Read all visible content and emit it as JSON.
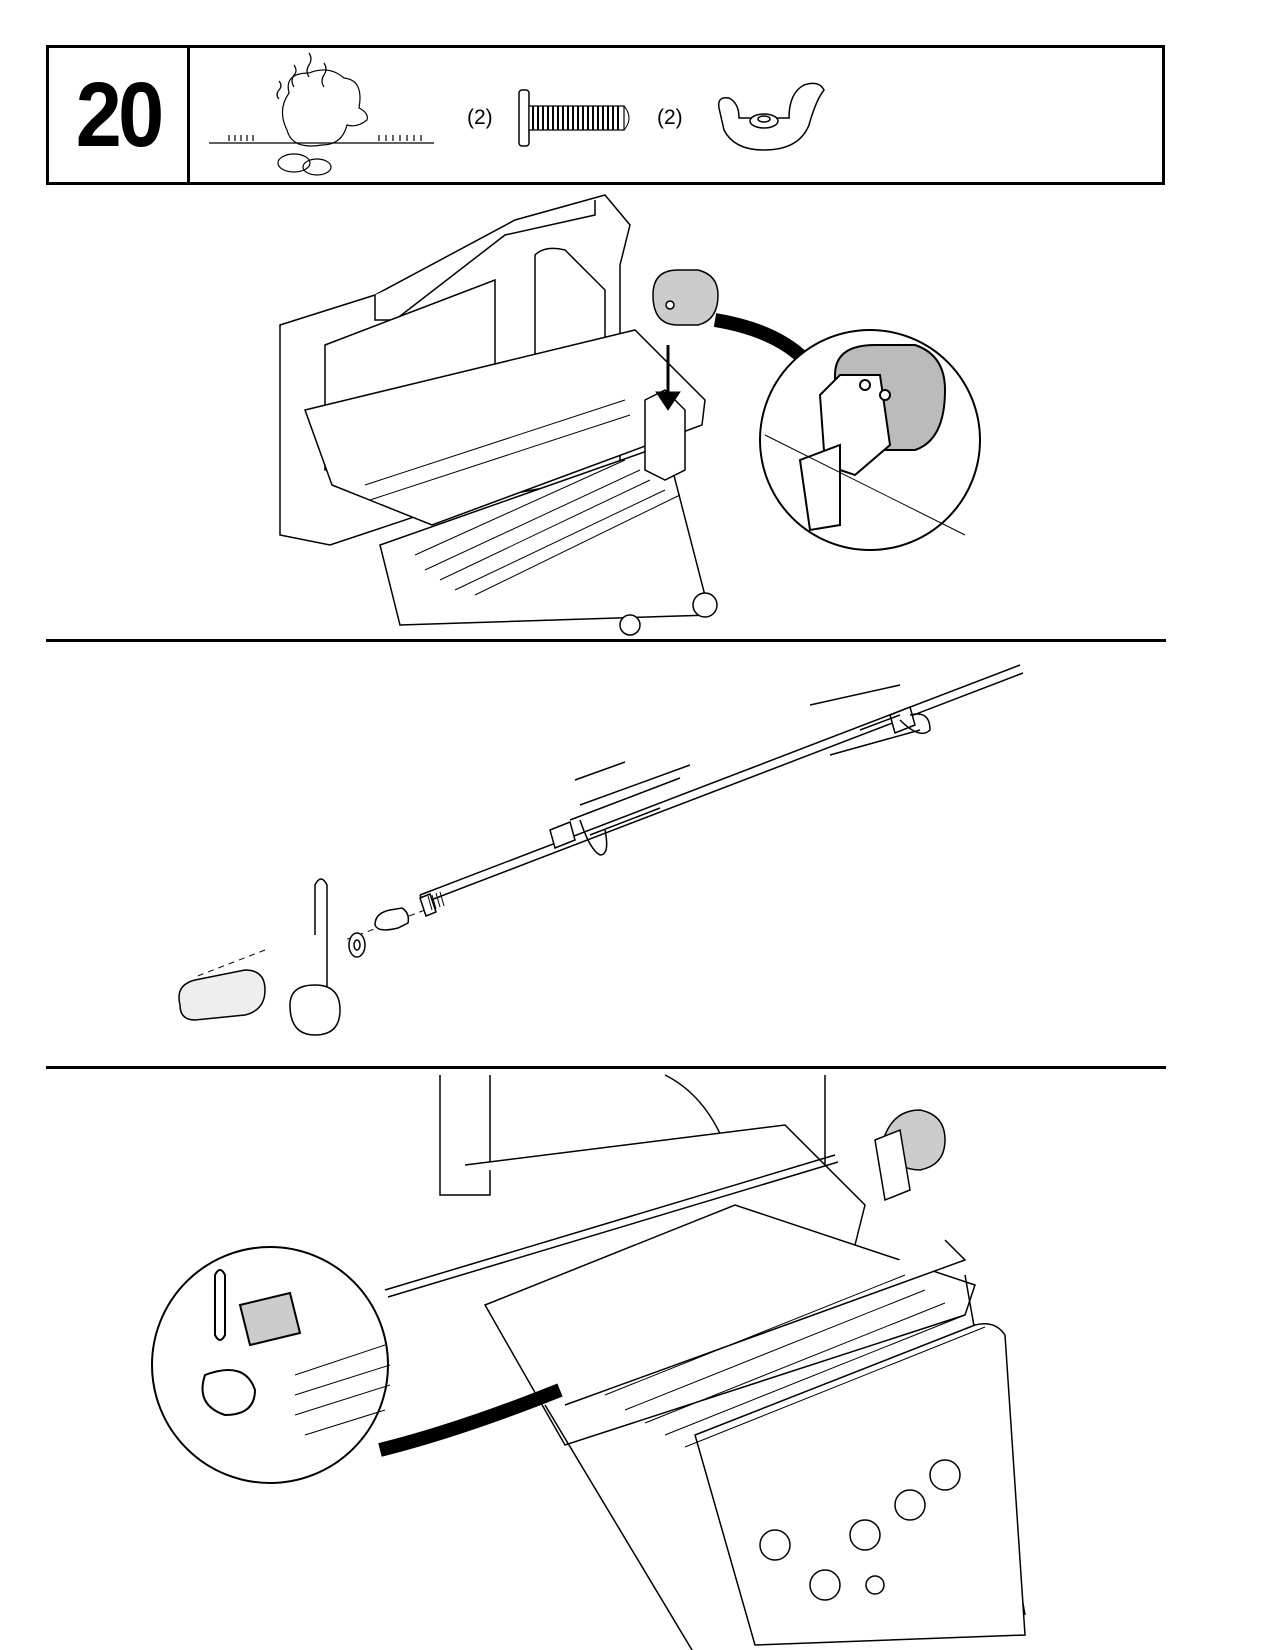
{
  "step": {
    "number": "20"
  },
  "parts": [
    {
      "icon": "rotisserie-chicken-icon"
    },
    {
      "icon": "screw-icon",
      "quantity": "(2)"
    },
    {
      "icon": "wing-nut-icon",
      "quantity": "(2)"
    }
  ],
  "colors": {
    "ink": "#000000",
    "paper": "#ffffff",
    "shade": "#bdbdbd"
  }
}
